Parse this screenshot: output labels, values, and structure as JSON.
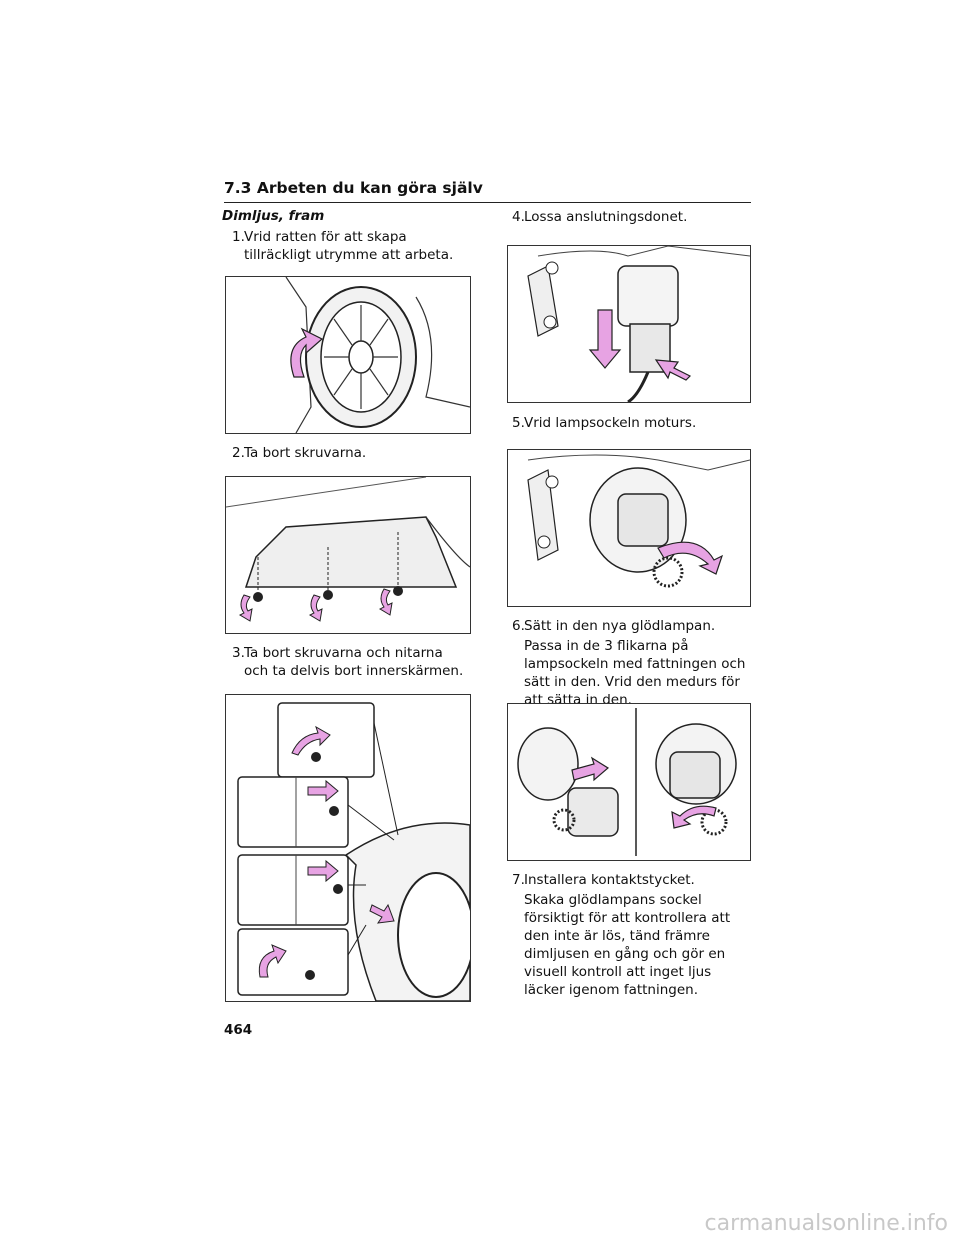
{
  "header": {
    "section": "7.3 Arbeten du kan göra själv"
  },
  "left": {
    "subheading": "Dimljus, fram",
    "steps": [
      {
        "num": "1.",
        "text": "Vrid ratten för att skapa tillräckligt utrymme att arbeta."
      },
      {
        "num": "2.",
        "text": "Ta bort skruvarna."
      },
      {
        "num": "3.",
        "text": "Ta bort skruvarna och nitarna och ta delvis bort innerskärmen."
      }
    ]
  },
  "right": {
    "steps": [
      {
        "num": "4.",
        "text": "Lossa anslutningsdonet."
      },
      {
        "num": "5.",
        "text": "Vrid lampsockeln moturs."
      },
      {
        "num": "6.",
        "text": "Sätt in den nya glödlampan.",
        "detail": "Passa in de 3 flikarna på lampsockeln med fattningen och sätt in den. Vrid den medurs för att sätta in den."
      },
      {
        "num": "7.",
        "text": "Installera kontaktstycket.",
        "detail": "Skaka glödlampans sockel försiktigt för att kontrollera att den inte är lös, tänd främre dimljusen en gång och gör en visuell kontroll att inget ljus läcker igenom fattningen."
      }
    ]
  },
  "page_number": "464",
  "footer": "carmanualsonline.info",
  "colors": {
    "arrow": "#e7a3e3",
    "line": "#222222"
  }
}
